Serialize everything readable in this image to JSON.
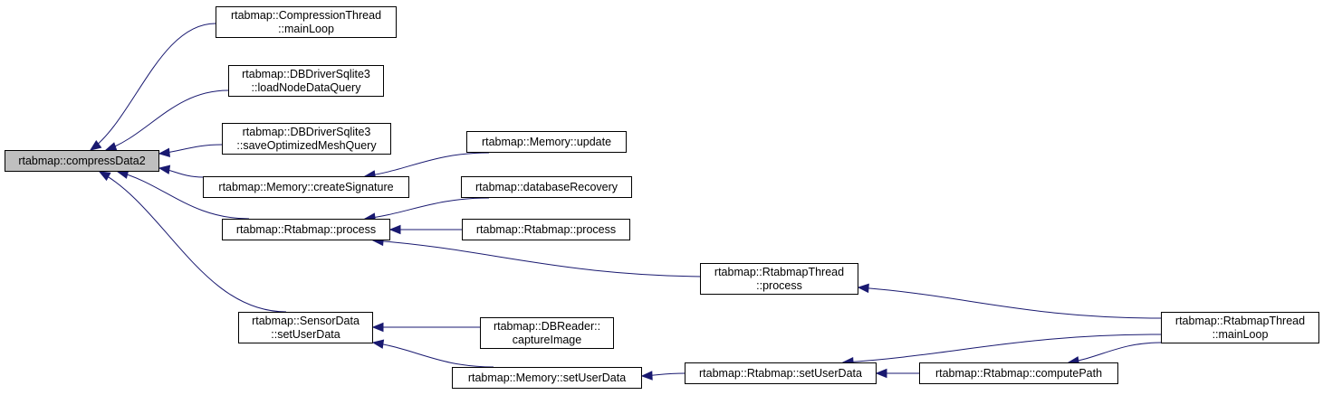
{
  "diagram": {
    "edge_color": "#191970",
    "root_fill": "#bfbfbf",
    "nodes": {
      "compress": {
        "lines": [
          "rtabmap::compressData2"
        ]
      },
      "compMain": {
        "lines": [
          "rtabmap::CompressionThread",
          "::mainLoop"
        ]
      },
      "loadNode": {
        "lines": [
          "rtabmap::DBDriverSqlite3",
          "::loadNodeDataQuery"
        ]
      },
      "saveMesh": {
        "lines": [
          "rtabmap::DBDriverSqlite3",
          "::saveOptimizedMeshQuery"
        ]
      },
      "createSig": {
        "lines": [
          "rtabmap::Memory::createSignature"
        ]
      },
      "memUpdate": {
        "lines": [
          "rtabmap::Memory::update"
        ]
      },
      "dbRecovery": {
        "lines": [
          "rtabmap::databaseRecovery"
        ]
      },
      "rtProcess": {
        "lines": [
          "rtabmap::Rtabmap::process"
        ]
      },
      "rtProcess2": {
        "lines": [
          "rtabmap::Rtabmap::process"
        ]
      },
      "threadProcess": {
        "lines": [
          "rtabmap::RtabmapThread",
          "::process"
        ]
      },
      "sensorSetUser": {
        "lines": [
          "rtabmap::SensorData",
          "::setUserData"
        ]
      },
      "dbCapture": {
        "lines": [
          "rtabmap::DBReader::",
          "captureImage"
        ]
      },
      "memSetUser": {
        "lines": [
          "rtabmap::Memory::setUserData"
        ]
      },
      "rtSetUser": {
        "lines": [
          "rtabmap::Rtabmap::setUserData"
        ]
      },
      "computePath": {
        "lines": [
          "rtabmap::Rtabmap::computePath"
        ]
      },
      "threadMain": {
        "lines": [
          "rtabmap::RtabmapThread",
          "::mainLoop"
        ]
      }
    },
    "edges": [
      [
        "compMain",
        "compress"
      ],
      [
        "loadNode",
        "compress"
      ],
      [
        "saveMesh",
        "compress"
      ],
      [
        "createSig",
        "compress"
      ],
      [
        "rtProcess",
        "compress"
      ],
      [
        "sensorSetUser",
        "compress"
      ],
      [
        "memUpdate",
        "createSig"
      ],
      [
        "dbRecovery",
        "rtProcess"
      ],
      [
        "rtProcess2",
        "rtProcess"
      ],
      [
        "threadProcess",
        "rtProcess"
      ],
      [
        "threadMain",
        "threadProcess"
      ],
      [
        "dbCapture",
        "sensorSetUser"
      ],
      [
        "memSetUser",
        "sensorSetUser"
      ],
      [
        "rtSetUser",
        "memSetUser"
      ],
      [
        "computePath",
        "rtSetUser"
      ],
      [
        "threadMain",
        "rtSetUser"
      ],
      [
        "threadMain",
        "computePath"
      ]
    ]
  }
}
